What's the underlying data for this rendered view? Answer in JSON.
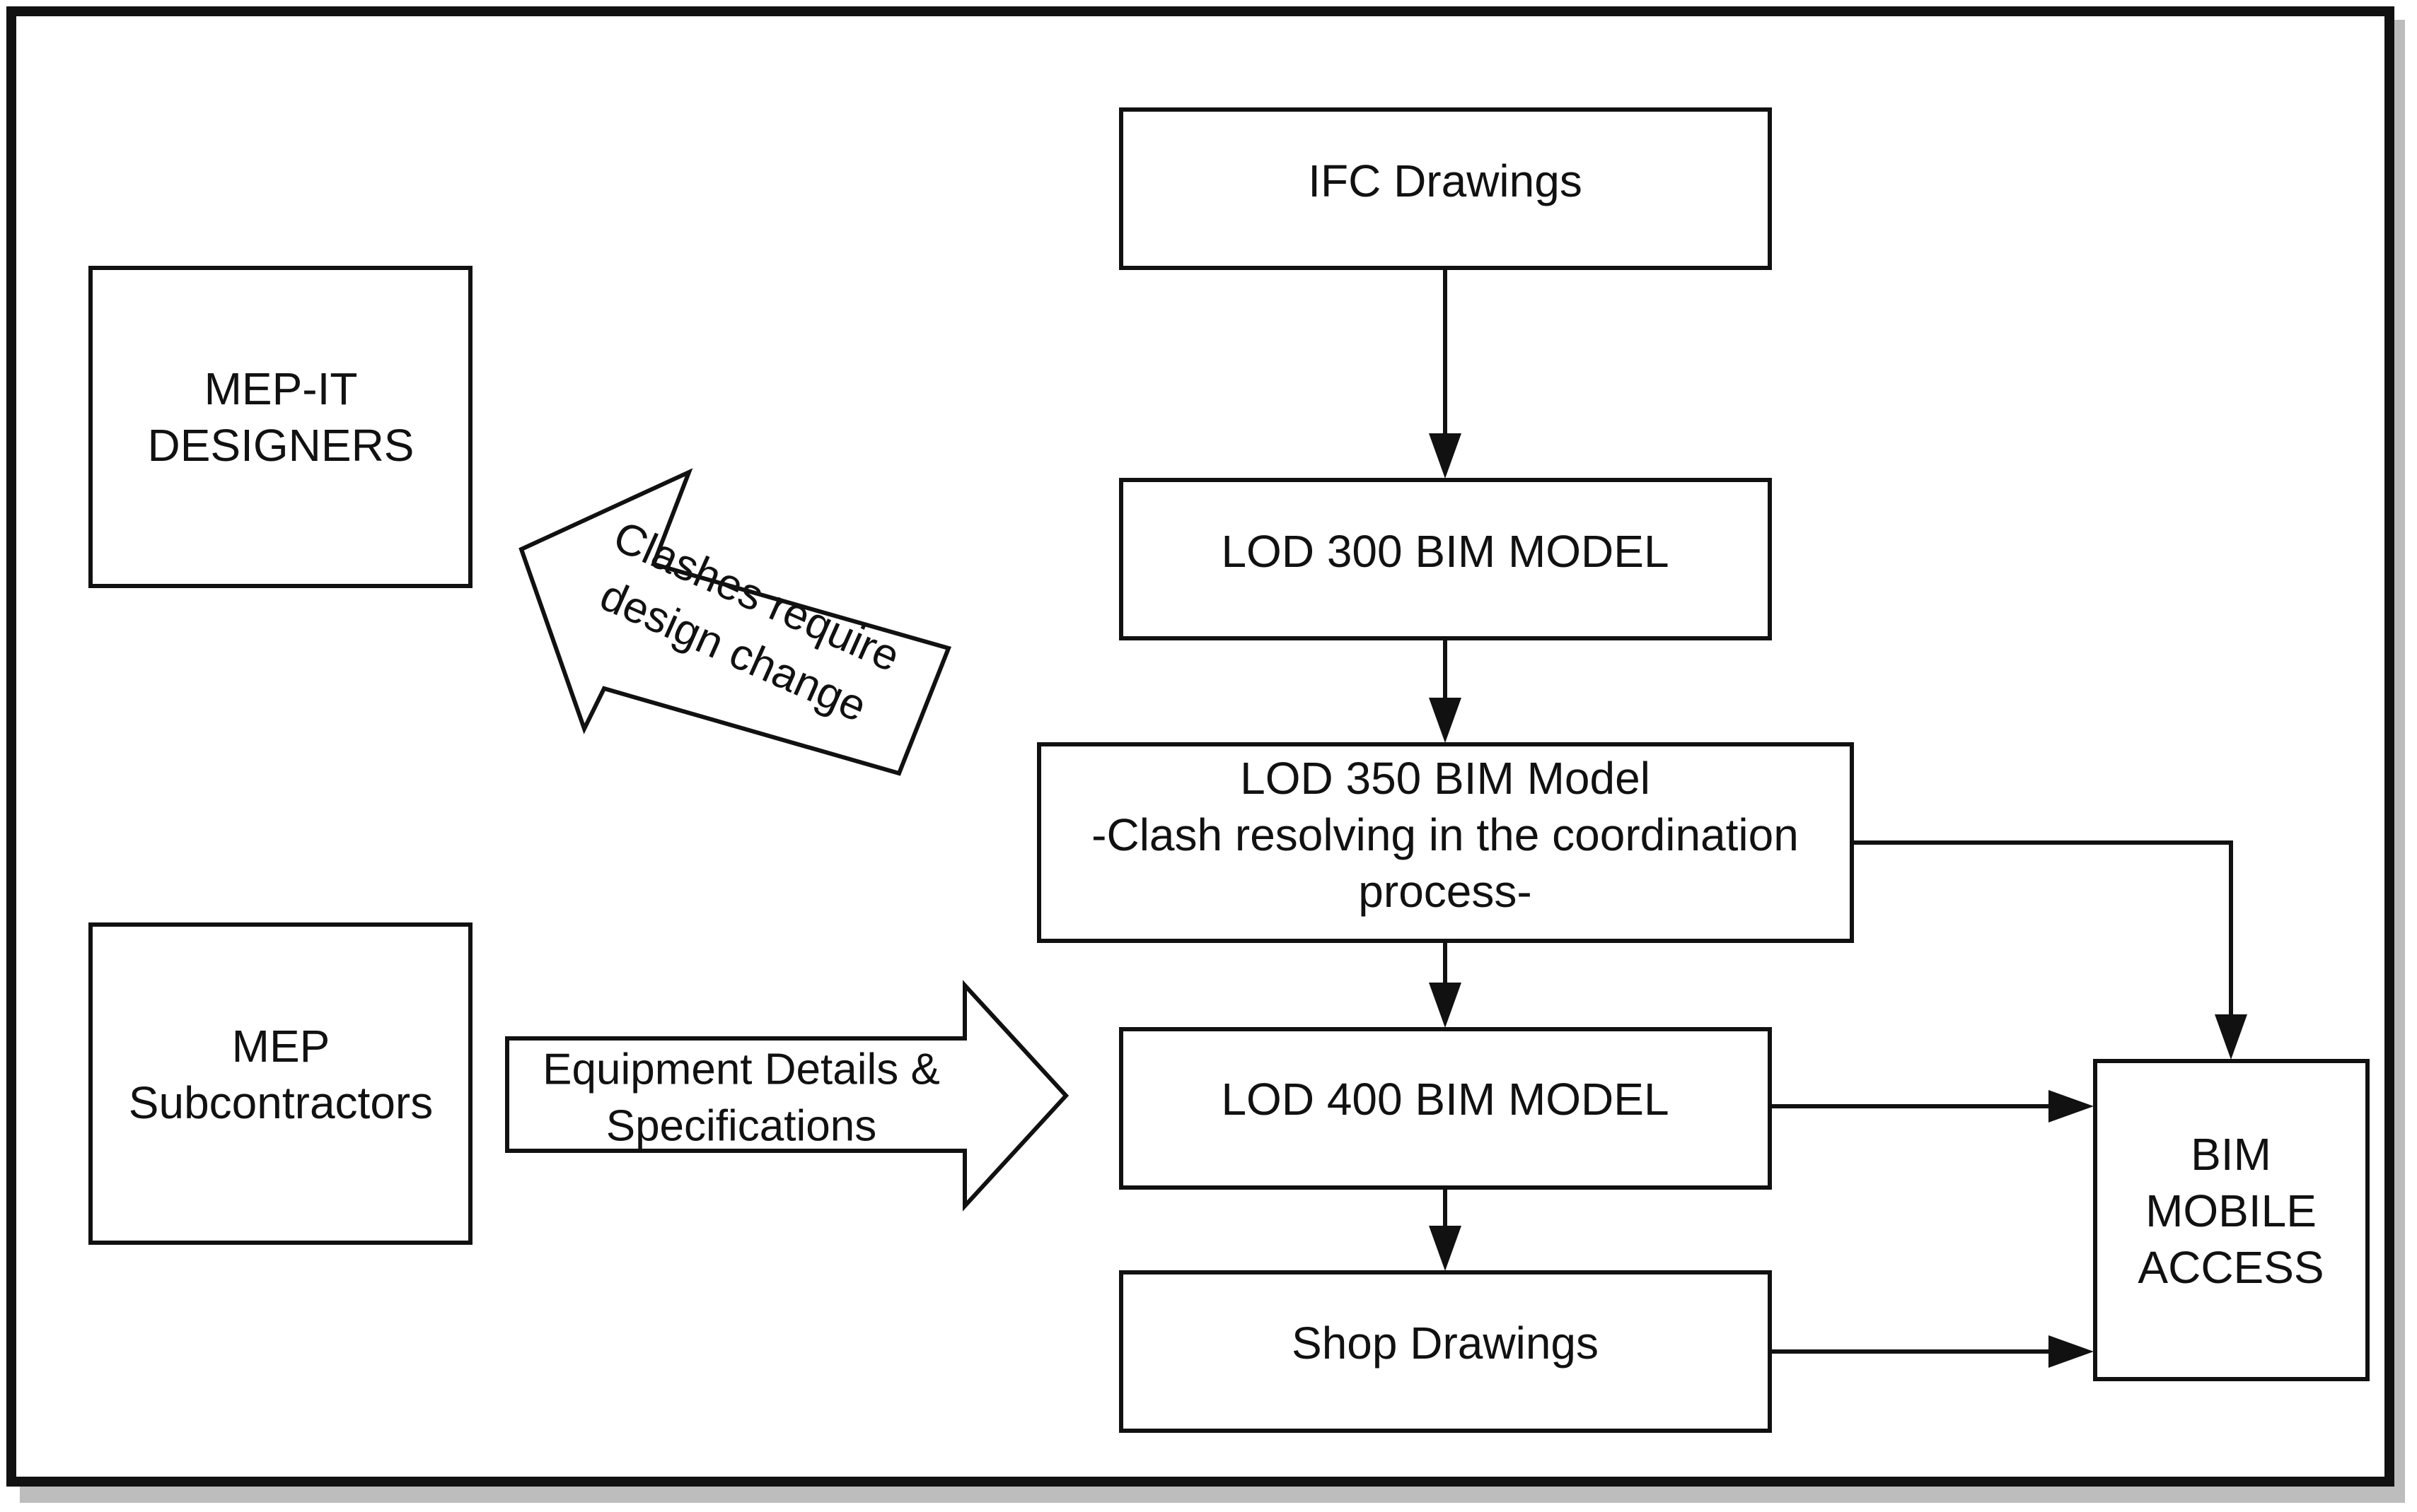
{
  "title": "",
  "nodes": {
    "ifc_drawings": {
      "lines": [
        "IFC Drawings"
      ]
    },
    "lod300": {
      "lines": [
        "LOD 300 BIM MODEL"
      ]
    },
    "lod350": {
      "lines": [
        "LOD 350 BIM Model",
        "-Clash resolving in the coordination",
        "process-"
      ]
    },
    "lod400": {
      "lines": [
        "LOD 400 BIM MODEL"
      ]
    },
    "shop_drawings": {
      "lines": [
        "Shop Drawings"
      ]
    },
    "mep_it_designers": {
      "lines": [
        "MEP-IT",
        "DESIGNERS"
      ]
    },
    "mep_subcontractors": {
      "lines": [
        "MEP",
        "Subcontractors"
      ]
    },
    "bim_mobile_access": {
      "lines": [
        "BIM",
        "MOBILE",
        "ACCESS"
      ]
    }
  },
  "edges": [
    {
      "from": "ifc_drawings",
      "to": "lod300"
    },
    {
      "from": "lod300",
      "to": "lod350"
    },
    {
      "from": "lod350",
      "to": "lod400"
    },
    {
      "from": "lod400",
      "to": "shop_drawings"
    },
    {
      "from": "lod350",
      "to": "bim_mobile_access"
    },
    {
      "from": "lod400",
      "to": "bim_mobile_access"
    },
    {
      "from": "shop_drawings",
      "to": "bim_mobile_access"
    }
  ],
  "block_arrows": {
    "clashes": {
      "from": "lod350",
      "to": "mep_it_designers",
      "lines": [
        "Clashes require",
        "design change"
      ]
    },
    "equipment": {
      "from": "mep_subcontractors",
      "to": "lod400",
      "lines": [
        "Equipment Details &",
        "Specifications"
      ]
    }
  },
  "colors": {
    "stroke": "#111111",
    "background": "#ffffff"
  }
}
